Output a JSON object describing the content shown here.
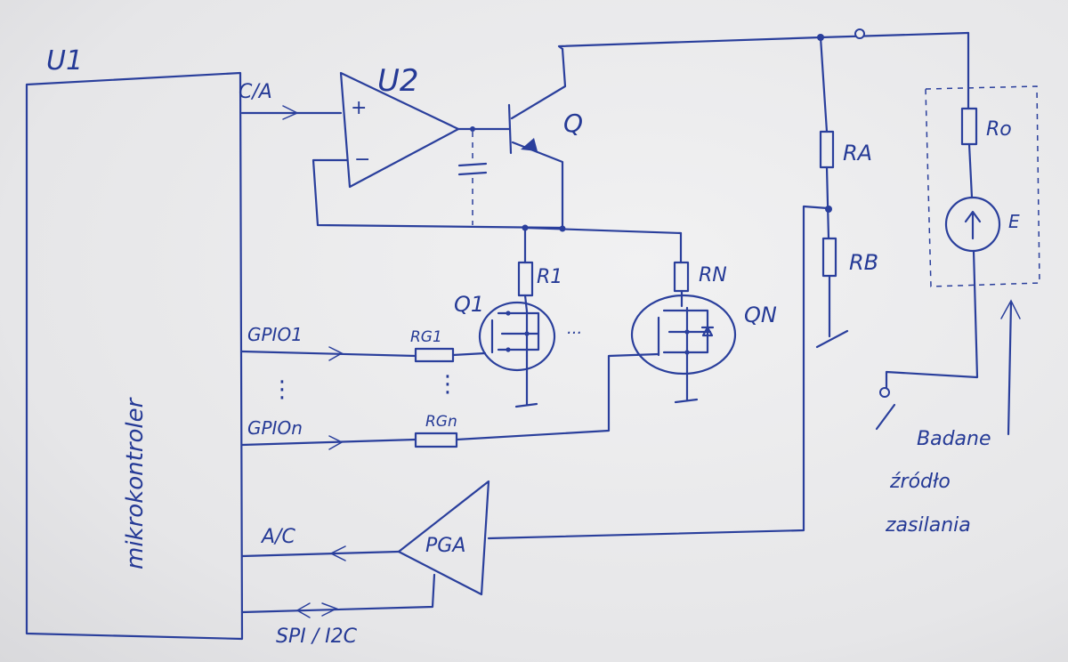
{
  "labels": {
    "u1": "U1",
    "u2": "U2",
    "q": "Q",
    "ca": "C/A",
    "plus": "+",
    "minus": "−",
    "ra": "RA",
    "rb": "RB",
    "ro": "Ro",
    "e": "E",
    "r1": "R1",
    "rn": "RN",
    "q1": "Q1",
    "qn": "QN",
    "gpio1": "GPIO1",
    "gpion": "GPIOn",
    "rg1": "RG1",
    "rgn": "RGn",
    "pga": "PGA",
    "ac": "A/C",
    "spi": "SPI / I2C",
    "mcu": "mikrokontroler",
    "ellipsis": "···",
    "dots_v": "⋮",
    "bat1": "Badane",
    "bat2": "źródło",
    "bat3": "zasilania"
  },
  "colors": {
    "ink": "#2a3f9c",
    "paper": "#ececed"
  }
}
